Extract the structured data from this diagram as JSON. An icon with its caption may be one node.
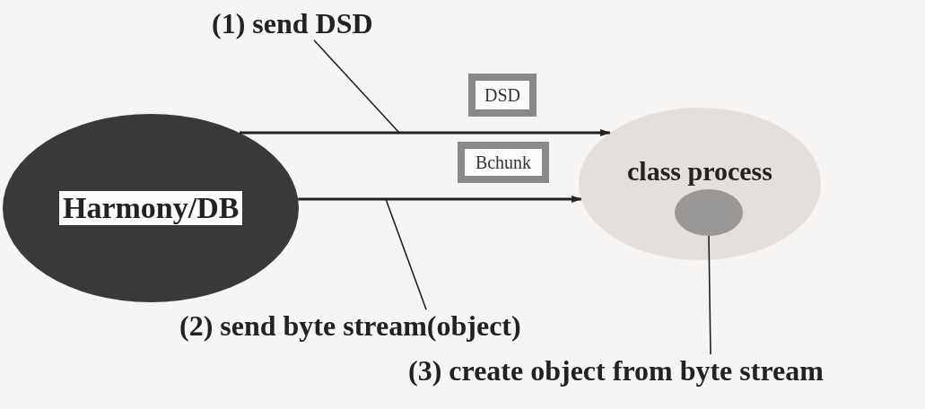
{
  "diagram": {
    "nodes": [
      {
        "text": [
          "Harmony/DB"
        ]
      },
      {
        "text": [
          "class process"
        ]
      },
      {
        "text": [],
        "shape": "circle",
        "in": 1
      },
      {
        "text": [
          "DSD"
        ]
      },
      {
        "text": [
          "Bchunk"
        ]
      },
      {
        "text": [
          "(1) send DSD"
        ]
      },
      {
        "text": [
          "(2) send byte stream(object)"
        ]
      },
      {
        "text": [
          "(3) create object from byte stream"
        ]
      }
    ],
    "edges": [
      {
        "from": 0,
        "to": 1,
        "arrow": "to"
      },
      {
        "from": 0,
        "to": 1,
        "arrow": "to"
      },
      {
        "from": 5,
        "to": null,
        "arrow": "none"
      },
      {
        "from": 6,
        "to": null,
        "arrow": "none"
      },
      {
        "from": 7,
        "to": 2,
        "arrow": "none"
      }
    ]
  }
}
